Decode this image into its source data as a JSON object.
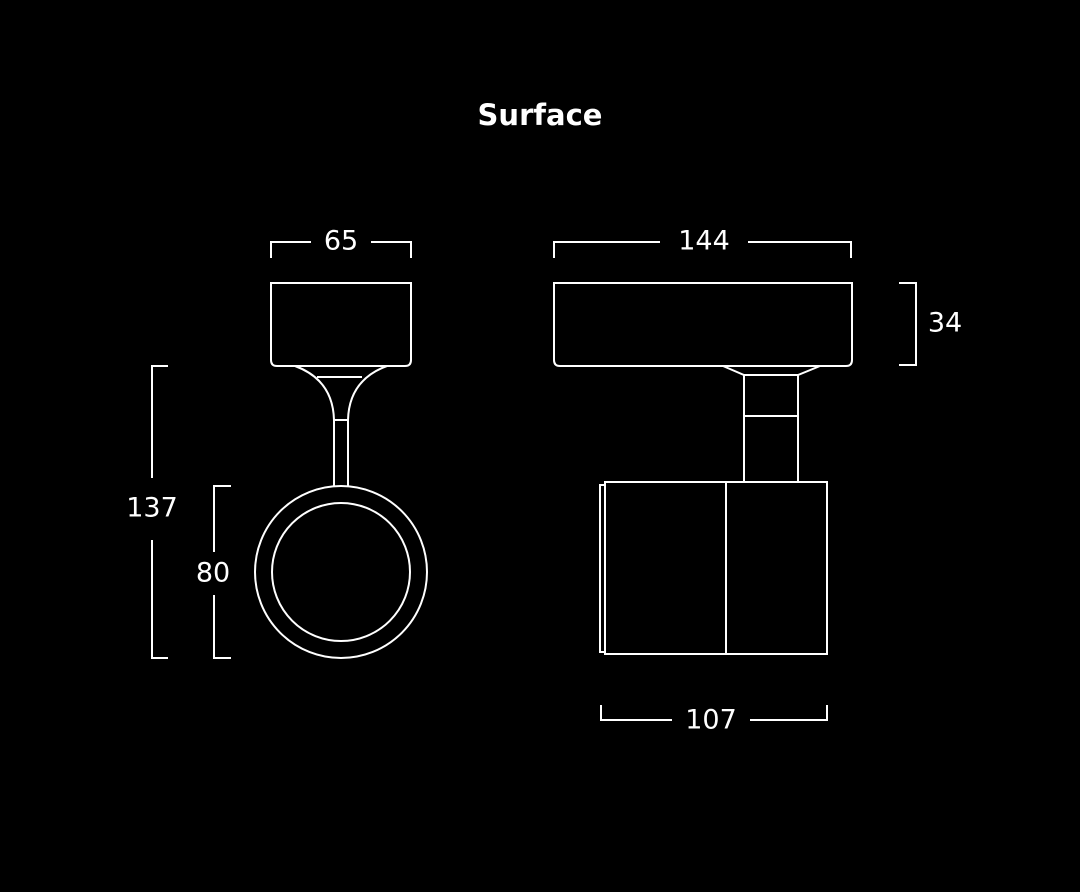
{
  "title": "Surface",
  "colors": {
    "background": "#000000",
    "line": "#ffffff"
  },
  "front_view": {
    "width_label": "65",
    "total_height_label": "137",
    "head_diameter_label": "80"
  },
  "side_view": {
    "width_label": "144",
    "base_height_label": "34",
    "head_length_label": "107"
  }
}
